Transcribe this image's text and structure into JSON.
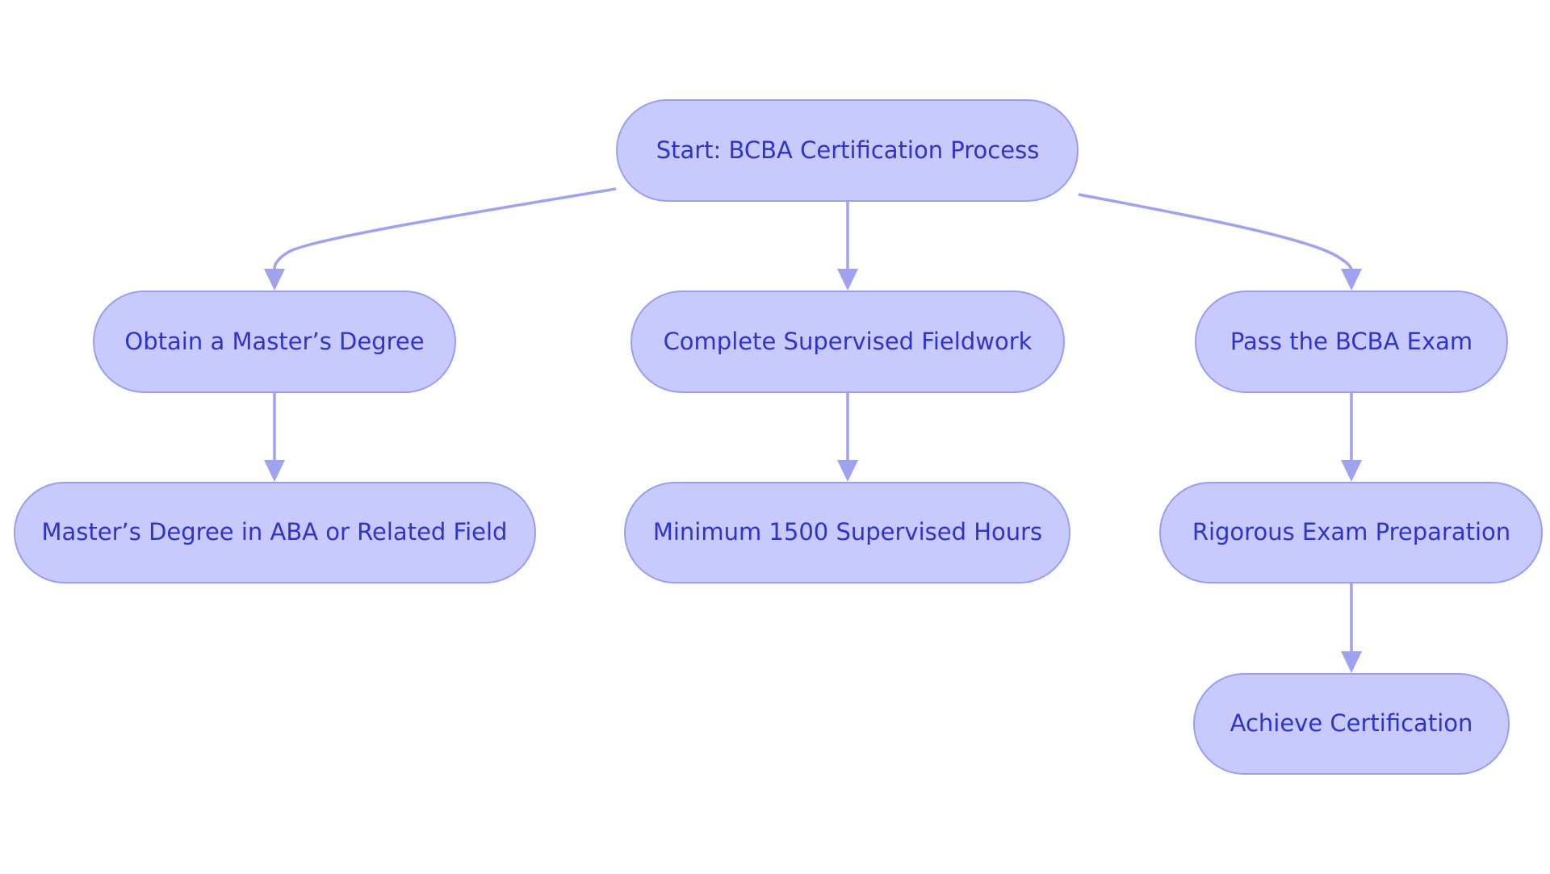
{
  "diagram": {
    "nodes": {
      "start": "Start: BCBA Certification Process",
      "masters": "Obtain a Master’s Degree",
      "fieldwork": "Complete Supervised Fieldwork",
      "exam": "Pass the BCBA Exam",
      "masters_detail": "Master’s Degree in ABA or Related Field",
      "hours": "Minimum 1500 Supervised Hours",
      "prep": "Rigorous Exam Preparation",
      "certify": "Achieve Certification"
    },
    "edges": [
      [
        "start",
        "masters"
      ],
      [
        "start",
        "fieldwork"
      ],
      [
        "start",
        "exam"
      ],
      [
        "masters",
        "masters_detail"
      ],
      [
        "fieldwork",
        "hours"
      ],
      [
        "exam",
        "prep"
      ],
      [
        "prep",
        "certify"
      ]
    ],
    "colors": {
      "node_fill": "#c8c9fd",
      "node_border": "#9a9ef0",
      "edge": "#9fa2ef",
      "text": "#2f34c9"
    }
  }
}
